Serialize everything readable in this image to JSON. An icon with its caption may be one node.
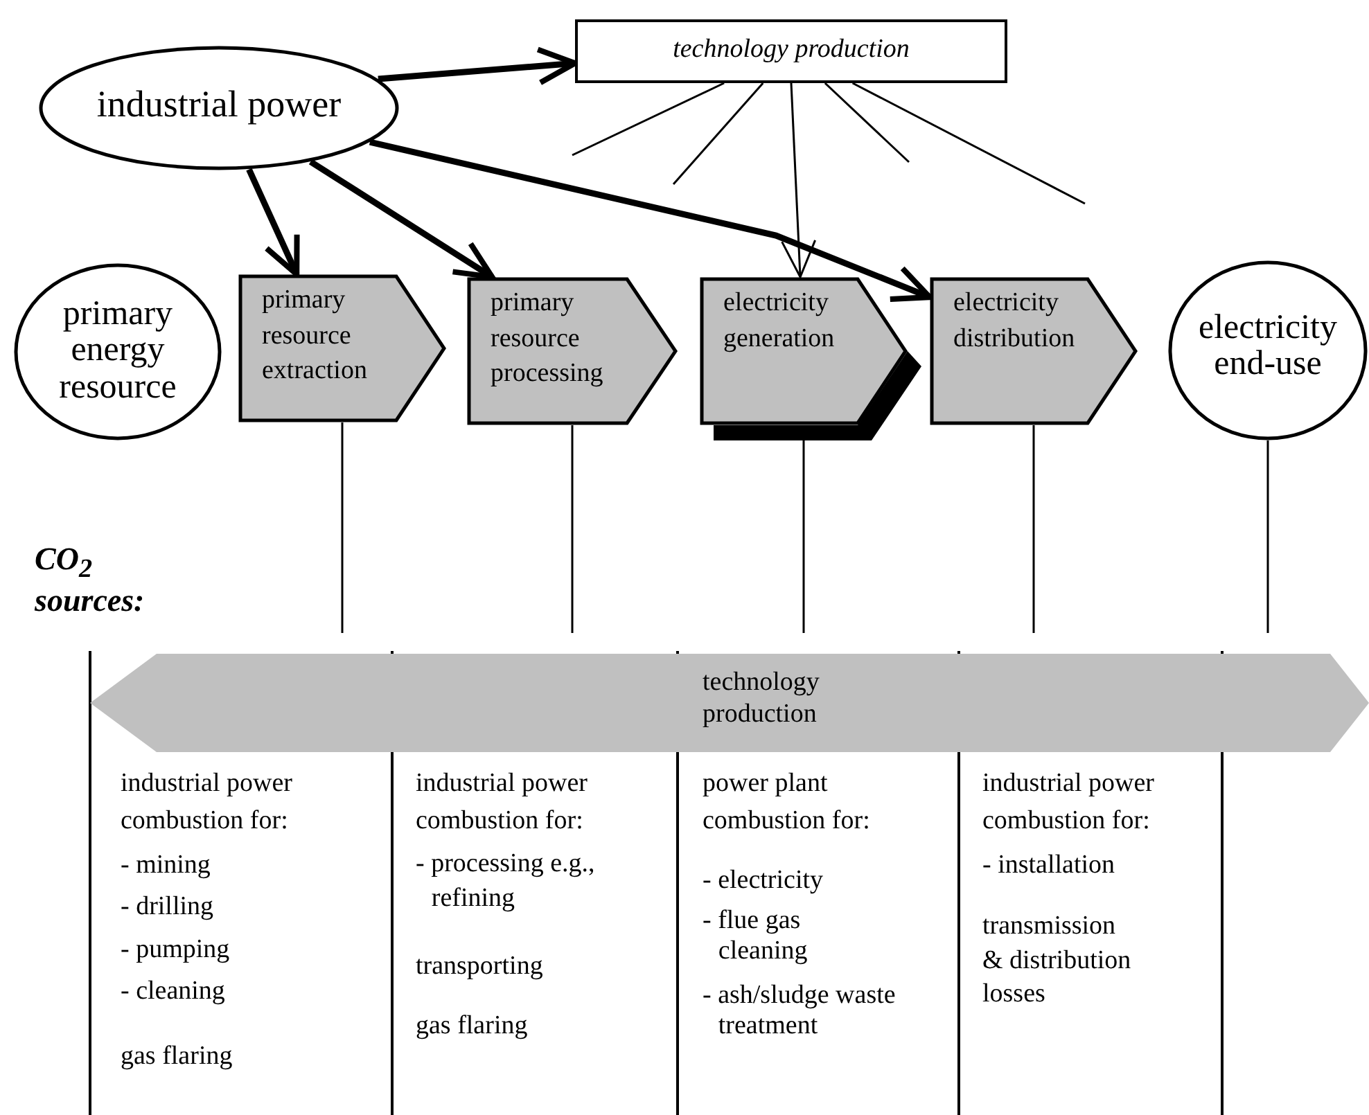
{
  "diagram": {
    "nodes": [
      {
        "text": [
          "industrial power"
        ]
      },
      {
        "text": [
          "technology production"
        ]
      },
      {
        "text": [
          "primary energy resource"
        ]
      },
      {
        "text": [
          "primary resource extraction"
        ]
      },
      {
        "text": [
          "primary resource processing"
        ]
      },
      {
        "text": [
          "electricity generation"
        ]
      },
      {
        "text": [
          "electricity distribution"
        ]
      },
      {
        "text": [
          "electricity end-use"
        ]
      },
      {
        "text": [
          "technology production"
        ]
      }
    ],
    "edges": [
      {
        "from": 0,
        "to": 1,
        "arrow": "to",
        "style": "thick"
      },
      {
        "from": 0,
        "to": 3,
        "arrow": "to",
        "style": "thick"
      },
      {
        "from": 0,
        "to": 4,
        "arrow": "to",
        "style": "thick"
      },
      {
        "from": 0,
        "to": 6,
        "arrow": "to",
        "style": "thick"
      },
      {
        "from": 1,
        "to": null,
        "arrow": "none"
      },
      {
        "from": 1,
        "to": null,
        "arrow": "none"
      },
      {
        "from": 1,
        "to": 5,
        "arrow": "to"
      },
      {
        "from": 1,
        "to": null,
        "arrow": "none"
      },
      {
        "from": 1,
        "to": null,
        "arrow": "none"
      },
      {
        "from": 3,
        "to": null,
        "arrow": "none"
      },
      {
        "from": 4,
        "to": null,
        "arrow": "none"
      },
      {
        "from": 5,
        "to": null,
        "arrow": "none"
      },
      {
        "from": 6,
        "to": null,
        "arrow": "none"
      },
      {
        "from": 7,
        "to": null,
        "arrow": "none"
      }
    ],
    "labels": [
      "CO$_{2}$ sources:",
      "industrial power combustion for:",
      "- mining",
      "- drilling",
      "- pumping",
      "- cleaning",
      "gas flaring",
      "industrial power combustion for:",
      "- processing e.g., refining",
      "transporting",
      "gas flaring",
      "power plant combustion for:",
      "- electricity",
      "- flue gas cleaning",
      "- ash/sludge waste treatment",
      "industrial power combustion for:",
      "- installation",
      "transmission & distribution losses"
    ]
  }
}
